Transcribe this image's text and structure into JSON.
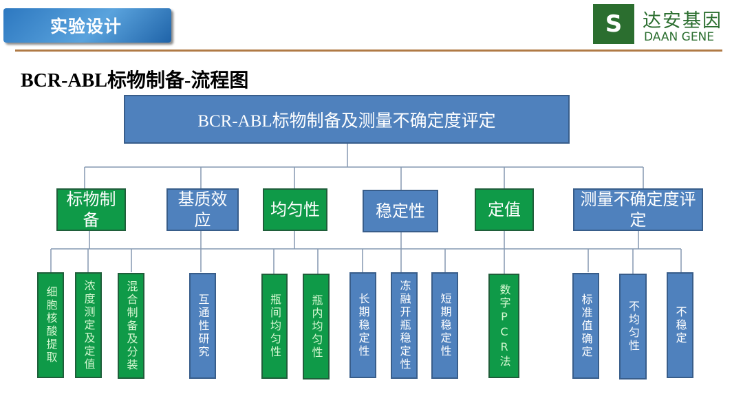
{
  "header": {
    "section_badge": "实验设计",
    "logo_cn": "达安基因",
    "logo_en": "DAAN GENE",
    "logo_mark": "S"
  },
  "slide_title": "BCR-ABL标物制备-流程图",
  "root": {
    "label": "BCR-ABL标物制备及测量不确定度评定"
  },
  "categories": [
    {
      "label": "标物制备",
      "leaves": [
        "细胞核酸提取",
        "浓度测定及定值",
        "混合制备及分装"
      ]
    },
    {
      "label": "基质效应",
      "leaves": [
        "互通性研究"
      ]
    },
    {
      "label": "均匀性",
      "leaves": [
        "瓶间均匀性",
        "瓶内均匀性"
      ]
    },
    {
      "label": "稳定性",
      "leaves": [
        "长期稳定性",
        "冻融开瓶稳定性",
        "短期稳定性"
      ]
    },
    {
      "label": "定值",
      "leaves": [
        "数字PCR法"
      ]
    },
    {
      "label": "测量不确定度评定",
      "leaves": [
        "标准值确定",
        "不均匀性",
        "不稳定"
      ]
    }
  ],
  "colors": {
    "blue": "#4f81bd",
    "green": "#0f9a48",
    "logo_green": "#2b6e2f"
  }
}
